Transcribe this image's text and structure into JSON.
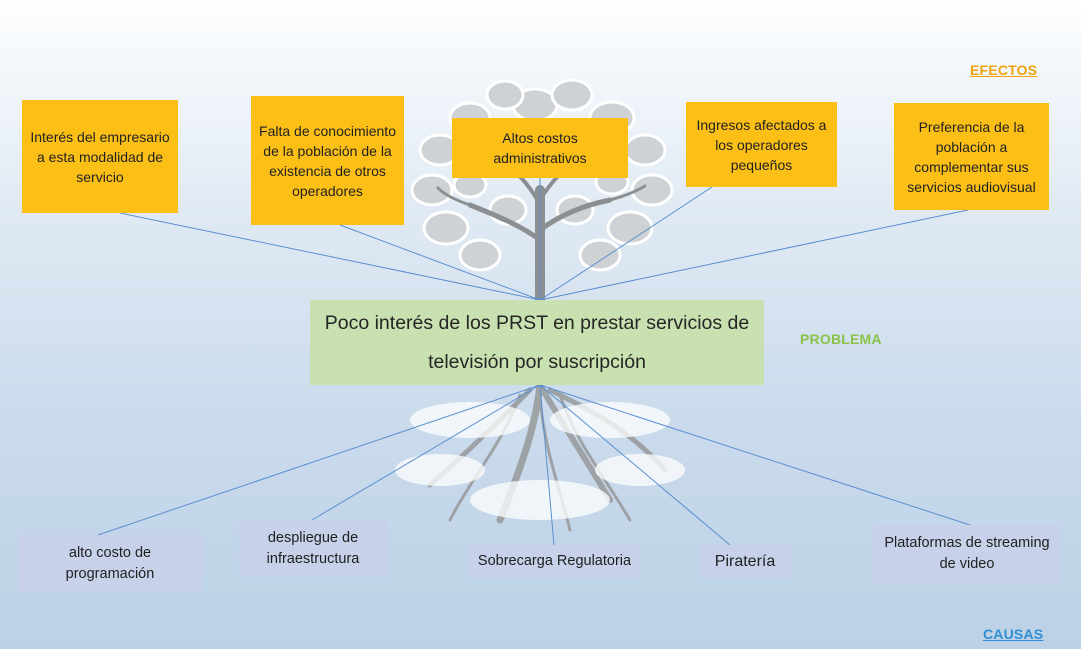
{
  "labels": {
    "effects": "EFECTOS",
    "problem": "PROBLEMA",
    "causes": "CAUSAS"
  },
  "problem": {
    "text": "Poco interés de los PRST en prestar servicios de televisión por suscripción"
  },
  "effects": [
    "Interés del empresario a esta modalidad de servicio",
    "Falta de conocimiento de la población de la existencia de otros operadores",
    "Altos costos administrativos",
    "Ingresos afectados a los operadores pequeños",
    "Preferencia de la población a complementar sus servicios audiovisual"
  ],
  "causes": [
    "alto costo de programación",
    "despliegue de infraestructura",
    "Sobrecarga Regulatoria",
    "Piratería",
    "Plataformas de streaming de video"
  ],
  "colors": {
    "effect_box": "#fbbf16",
    "problem_box": "#c9e0b0",
    "cause_box": "#c7d2ea",
    "effects_label": "#f0a30a",
    "problem_label": "#8ac24a",
    "causes_label": "#2e8ed3",
    "connector": "#5b8fd0"
  }
}
